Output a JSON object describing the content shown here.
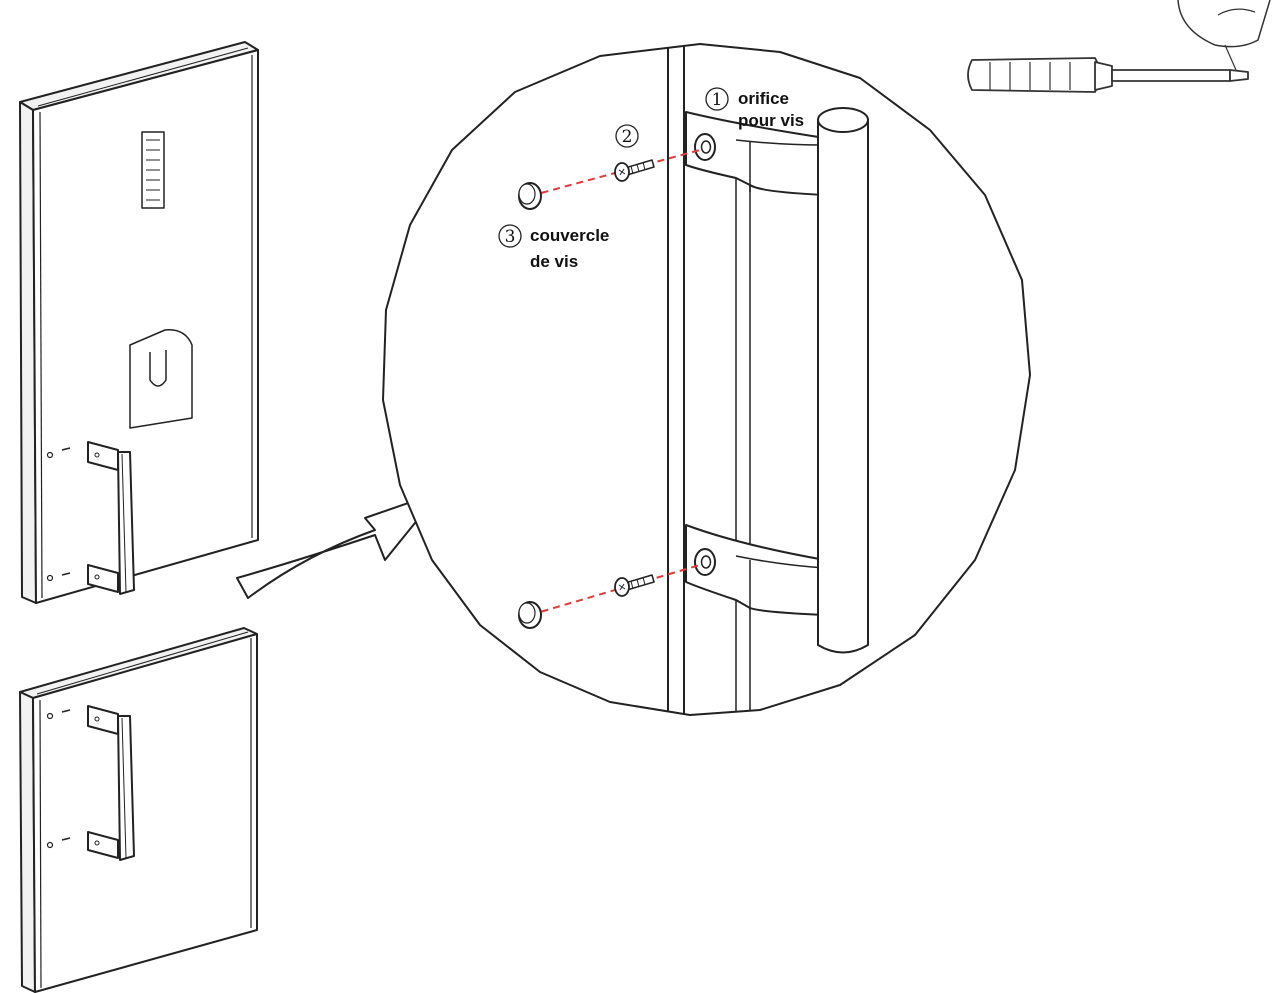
{
  "callouts": [
    {
      "number": "1",
      "line1": "orifice",
      "line2": "pour vis"
    },
    {
      "number": "2"
    },
    {
      "number": "3",
      "line1": "couvercle",
      "line2": "de vis"
    }
  ],
  "colors": {
    "line": "#222222",
    "guide": "#e03a3a",
    "fill": "#ffffff",
    "shade": "#f2f2f2"
  },
  "icons": {
    "tool": "screwdriver-icon"
  }
}
